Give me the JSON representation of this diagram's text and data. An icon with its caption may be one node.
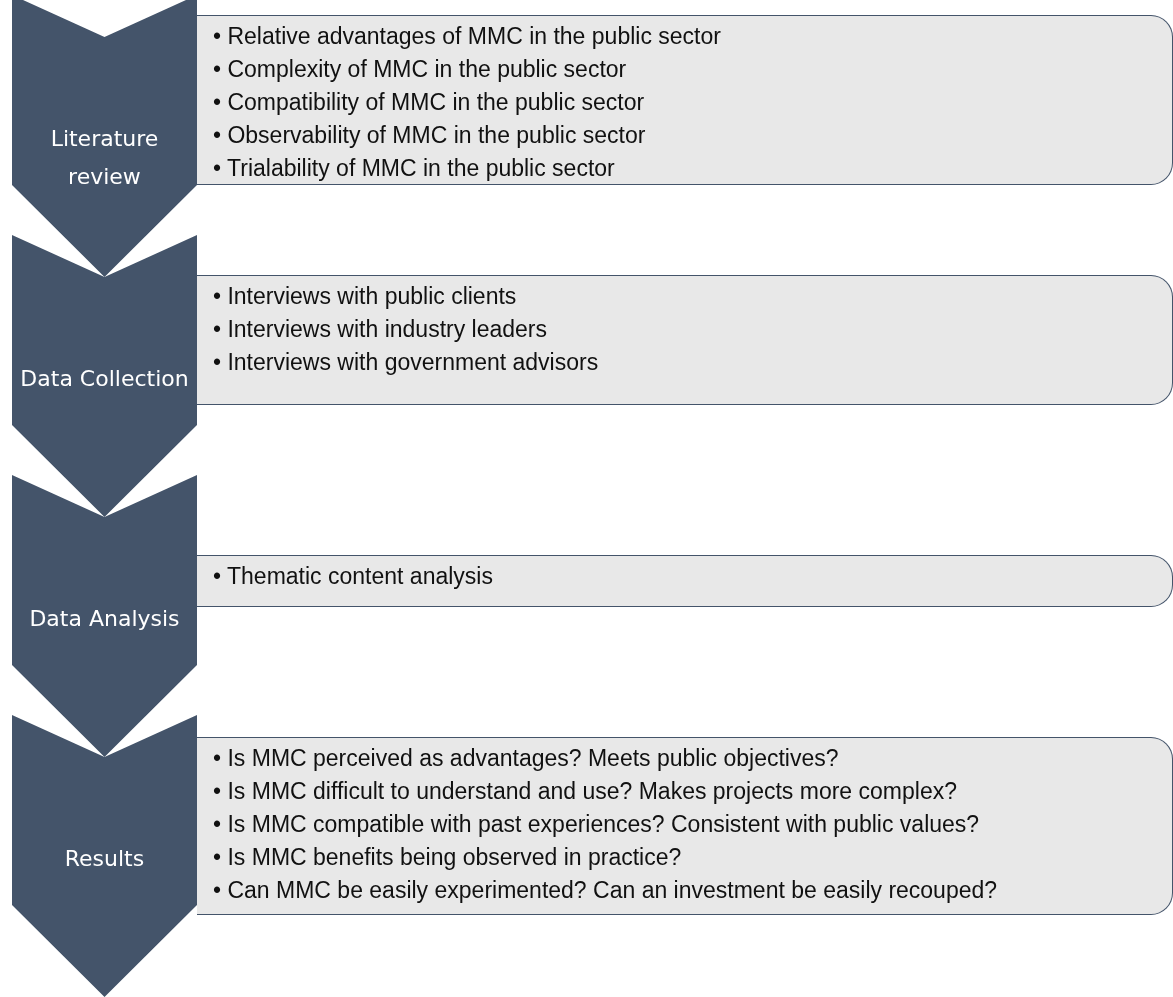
{
  "diagram": {
    "nodes": [
      {
        "text": [
          "Literature review"
        ]
      },
      {
        "text": [
          "• Relative advantages of MMC in the public sector",
          "• Complexity of MMC in the public sector",
          "• Compatibility of MMC in the public sector",
          "• Observability of MMC in the public sector",
          "• Trialability of MMC in the public sector"
        ]
      },
      {
        "text": [
          "Data Collection"
        ]
      },
      {
        "text": [
          "• Interviews with public clients",
          "• Interviews with industry leaders",
          "• Interviews with government advisors"
        ]
      },
      {
        "text": [
          "Data Analysis"
        ]
      },
      {
        "text": [
          "• Thematic content analysis"
        ]
      },
      {
        "text": [
          "Results"
        ]
      },
      {
        "text": [
          "• Is MMC perceived as advantages? Meets public objectives?",
          "• Is MMC difficult to understand and use? Makes projects more complex?",
          "• Is MMC compatible with past experiences? Consistent with public values?",
          "• Is MMC benefits being observed in practice?",
          "• Can MMC be easily experimented? Can an investment be easily recouped?"
        ]
      }
    ]
  }
}
